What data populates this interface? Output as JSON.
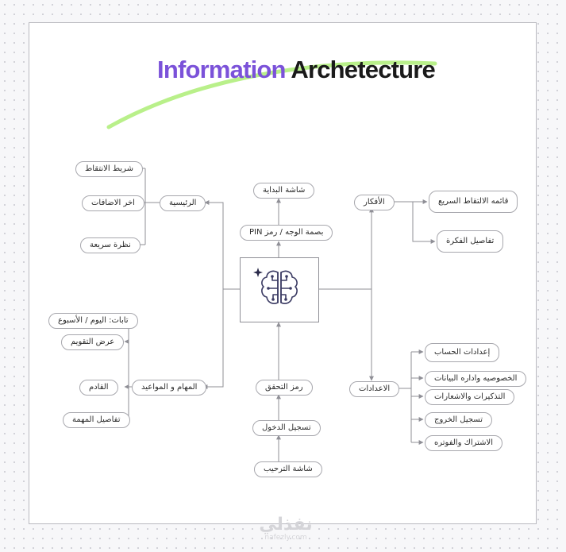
{
  "title": {
    "part1": "Information",
    "part2": "Archetecture"
  },
  "colors": {
    "accent_purple": "#7b52d9",
    "swoosh_green": "#b9f08a",
    "line": "#8f8f96"
  },
  "nodes": {
    "home": "الرئيسية",
    "bar": "شريط الانتقاط",
    "recent": "اخر الاضافات",
    "glance": "نظرة سريعة",
    "start": "شاشة البداية",
    "pin": "بصمة الوجه / رمز PIN",
    "ideas": "الأفكار",
    "quick": "قائمه الالتقاط السريع",
    "idea_details": "تفاصيل الفكرة",
    "tabs": "تابات: اليوم / الأسبوع",
    "calendar": "عرض التقويم",
    "tasks": "المهام و المواعيد",
    "next": "القادم",
    "task_details": "تفاصيل المهمة",
    "verify": "رمز التحقق",
    "login": "تسجيل الدخول",
    "welcome": "شاشة الترحيب",
    "settings": "الاعدادات",
    "account": "إعدادات الحساب",
    "privacy": "الخصوصيه واداره البيانات",
    "reminders": "التذكيرات والاشعارات",
    "logout": "تسجيل الخروج",
    "billing": "الاشتراك والفوتره"
  },
  "center_icon": "brain-circuit-icon",
  "watermark": {
    "brand": "نفذلي",
    "site": "nafezly.com"
  }
}
